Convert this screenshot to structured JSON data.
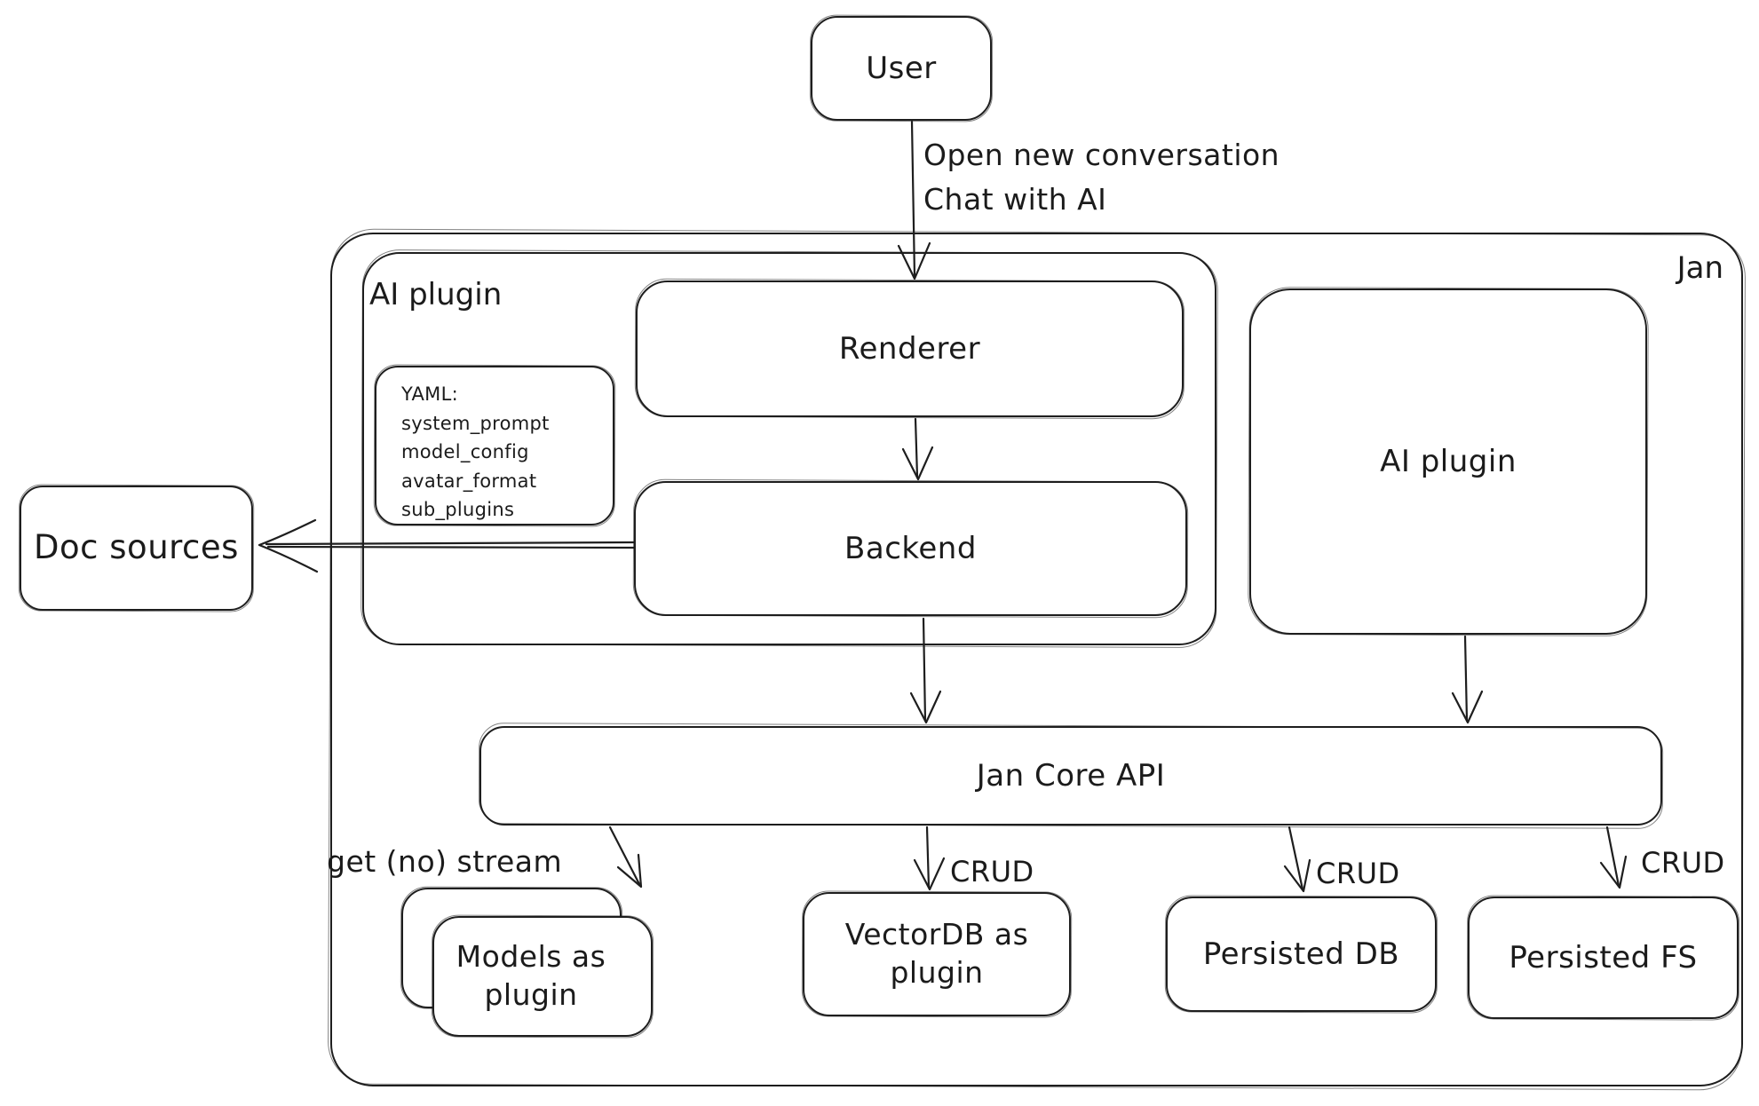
{
  "diagram": {
    "title_context": "Jan architecture diagram",
    "ink_color": "#1e1e1e",
    "background_color": "#ffffff",
    "user_label": "User",
    "jan_label": "Jan",
    "edge_user": {
      "line1": "Open new conversation",
      "line2": "Chat with AI"
    },
    "ai_plugin_container_label": "AI plugin",
    "yaml_note": {
      "title": "YAML:",
      "lines": [
        "system_prompt",
        "model_config",
        "avatar_format",
        "sub_plugins"
      ]
    },
    "renderer_label": "Renderer",
    "backend_label": "Backend",
    "ai_plugin_right_label": "AI plugin",
    "doc_sources_label": "Doc sources",
    "jan_core_api_label": "Jan Core API",
    "edge_get_stream_label": "get (no) stream",
    "edge_crud_labels": [
      "CRUD",
      "CRUD",
      "CRUD"
    ],
    "models_label": "Models as plugin",
    "vectordb_label": "VectorDB as plugin",
    "persisted_db_label": "Persisted DB",
    "persisted_fs_label": "Persisted FS"
  }
}
